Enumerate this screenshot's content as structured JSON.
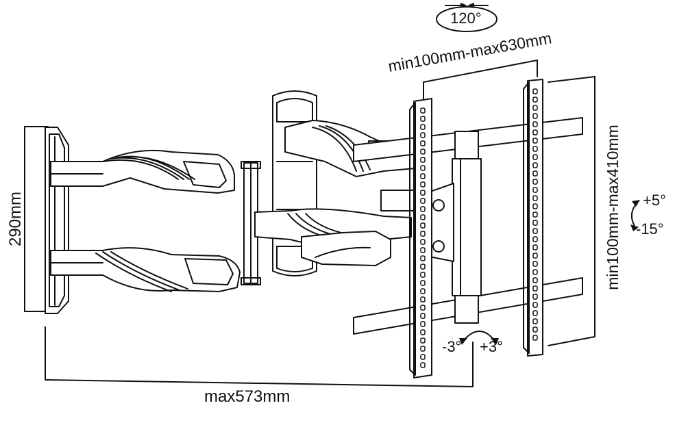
{
  "dimensions": {
    "height_label": "290mm",
    "depth_label": "max573mm",
    "vesa_width_label": "min100mm-max630mm",
    "vesa_height_label": "min100mm-max410mm"
  },
  "swivel": {
    "label": "120°"
  },
  "tilt": {
    "up_label": "+5°",
    "down_label": "-15°"
  },
  "rotation": {
    "left_label": "-3°",
    "right_label": "+3°"
  }
}
